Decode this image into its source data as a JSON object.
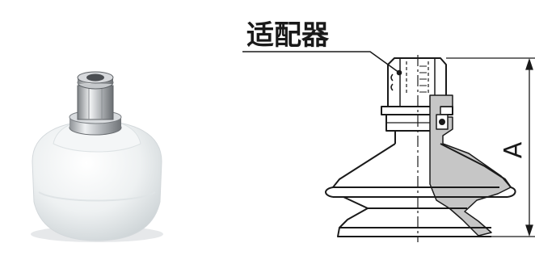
{
  "figure": {
    "product_photo_icon": "vacuum-suction-cup-with-hex-adapter",
    "adapter_label": "适配器",
    "dimension_label": "A",
    "colors": {
      "cup_body": "#eef1f2",
      "metal": "#c9ccd0",
      "section_fill": "#c8c8c8",
      "outline": "#1a1a1a"
    }
  }
}
